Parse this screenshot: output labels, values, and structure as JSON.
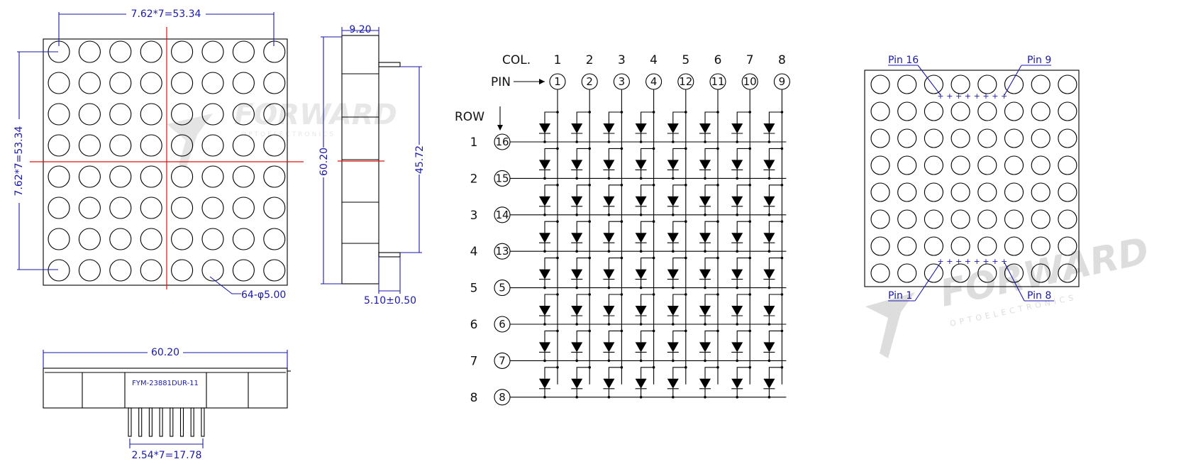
{
  "front_view": {
    "top_dimension": "7.62*7=53.34",
    "left_dimension": "7.62*7=53.34",
    "led_note": "64-φ5.00",
    "dot_rows": 8,
    "dot_cols": 8
  },
  "side_view": {
    "width_dimension": "9.20",
    "height_dimension": "60.20",
    "pin_span_dimension": "45.72",
    "pin_length_dimension": "5.10±0.50"
  },
  "bottom_view": {
    "width_dimension": "60.20",
    "part_number": "FYM-23881DUR-11",
    "pitch_dimension": "2.54*7=17.78",
    "pin_count": 8
  },
  "schematic": {
    "col_label": "COL.",
    "pin_label": "PIN",
    "row_label": "ROW",
    "columns": [
      {
        "col": "1",
        "pin": "1"
      },
      {
        "col": "2",
        "pin": "2"
      },
      {
        "col": "3",
        "pin": "3"
      },
      {
        "col": "4",
        "pin": "4"
      },
      {
        "col": "5",
        "pin": "12"
      },
      {
        "col": "6",
        "pin": "11"
      },
      {
        "col": "7",
        "pin": "10"
      },
      {
        "col": "8",
        "pin": "9"
      }
    ],
    "rows": [
      {
        "row": "1",
        "pin": "16"
      },
      {
        "row": "2",
        "pin": "15"
      },
      {
        "row": "3",
        "pin": "14"
      },
      {
        "row": "4",
        "pin": "13"
      },
      {
        "row": "5",
        "pin": "5"
      },
      {
        "row": "6",
        "pin": "6"
      },
      {
        "row": "7",
        "pin": "7"
      },
      {
        "row": "8",
        "pin": "8"
      }
    ]
  },
  "rear_view": {
    "pin16_label": "Pin 16",
    "pin9_label": "Pin 9",
    "pin1_label": "Pin 1",
    "pin8_label": "Pin 8",
    "dot_rows": 8,
    "dot_cols": 8
  },
  "watermark": {
    "brand": "FORWARD",
    "sub": "OPTOELECTRONICS"
  }
}
